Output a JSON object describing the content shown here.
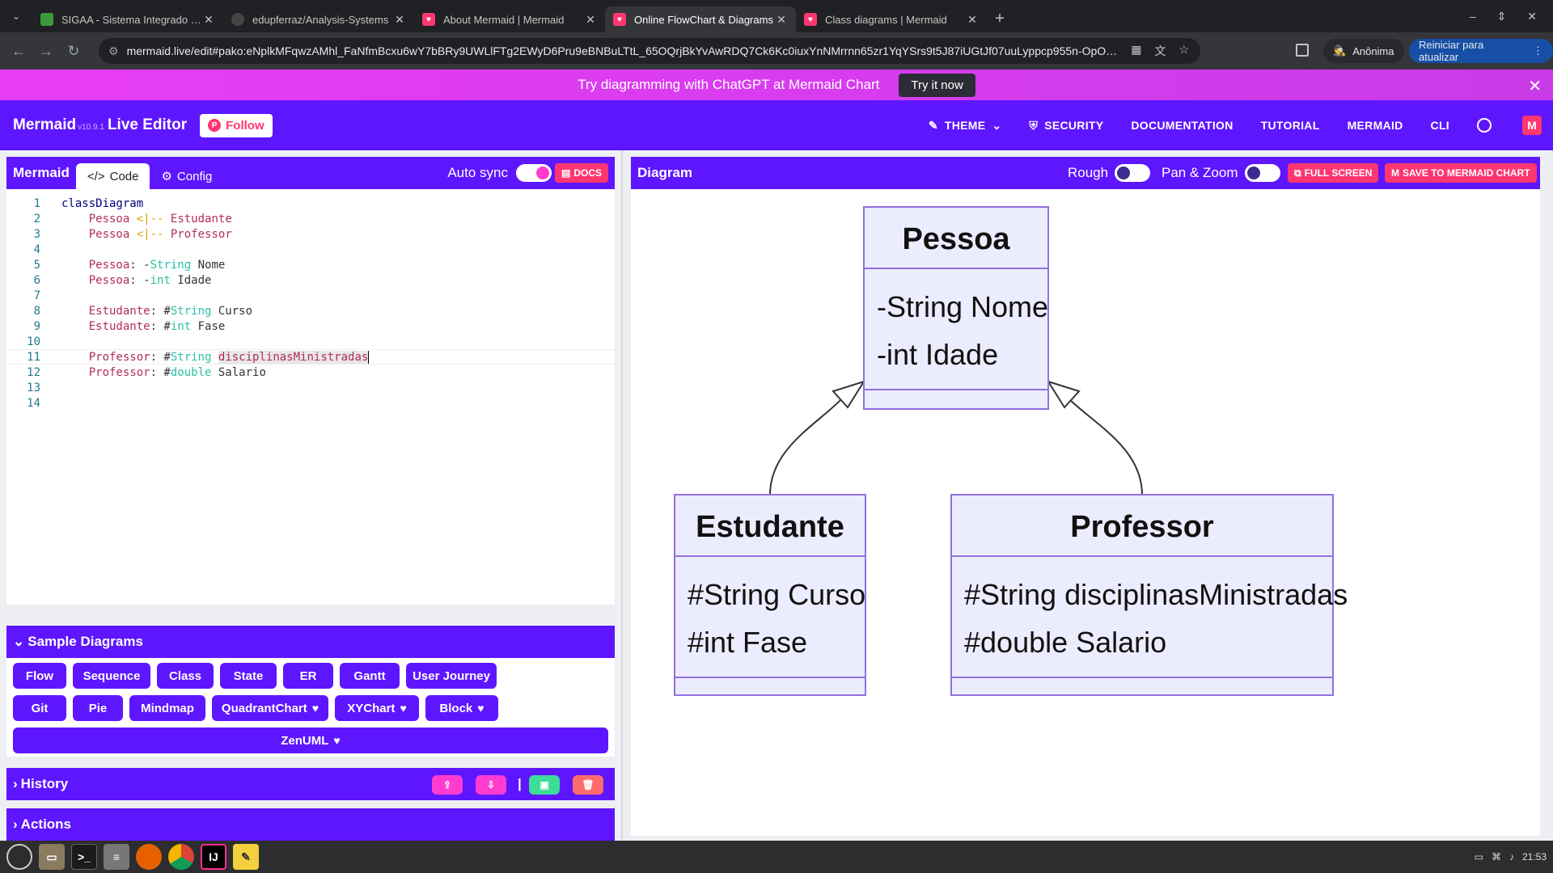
{
  "browser": {
    "tabs": [
      {
        "title": "SIGAA - Sistema Integrado de",
        "favicon_color": "#3c9a3c",
        "active": false
      },
      {
        "title": "edupferraz/Analysis-Systems",
        "favicon_color": "#444444",
        "active": false
      },
      {
        "title": "About Mermaid | Mermaid",
        "favicon_color": "#ff3670",
        "active": false
      },
      {
        "title": "Online FlowChart & Diagrams",
        "favicon_color": "#ff3670",
        "active": true
      },
      {
        "title": "Class diagrams | Mermaid",
        "favicon_color": "#ff3670",
        "active": false
      }
    ],
    "url": "mermaid.live/edit#pako:eNplkMFqwzAMhl_FaNfmBcxu6wY7bBRy9UWLlFTg2EWyD6Pru9eBNBuLTtL_65OQrjBkYvAwRDQ7Ck6Kc0iuxYnNMrrnn65zr1YqYSrs9t5J87iUGtJf07uuLyppcp955n-OpOLeCYkfzL...",
    "incognito_label": "Anônima",
    "update_label": "Reiniciar para atualizar"
  },
  "promo": {
    "text": "Try diagramming with ChatGPT at Mermaid Chart",
    "button": "Try it now"
  },
  "header": {
    "brand": "Mermaid",
    "version": "v10.9.1",
    "title": "Live Editor",
    "follow": "Follow",
    "nav": [
      "THEME",
      "SECURITY",
      "DOCUMENTATION",
      "TUTORIAL",
      "MERMAID",
      "CLI"
    ]
  },
  "editor_panel": {
    "title": "Mermaid",
    "tabs": [
      "Code",
      "Config"
    ],
    "auto_sync_label": "Auto sync",
    "auto_sync_on": true,
    "docs_label": "DOCS",
    "lines": [
      "classDiagram",
      "    Pessoa <|-- Estudante",
      "    Pessoa <|-- Professor",
      "",
      "    Pessoa: -String Nome",
      "    Pessoa: -int Idade",
      "",
      "    Estudante: #String Curso",
      "    Estudante: #int Fase",
      "",
      "    Professor: #String disciplinasMinistradas",
      "    Professor: #double Salario",
      "",
      ""
    ],
    "cursor_line": 11
  },
  "samples": {
    "title": "Sample Diagrams",
    "row1": [
      "Flow",
      "Sequence",
      "Class",
      "State",
      "ER",
      "Gantt",
      "User Journey"
    ],
    "row2": [
      "Git",
      "Pie",
      "Mindmap",
      "QuadrantChart",
      "XYChart",
      "Block"
    ],
    "row3": [
      "ZenUML"
    ]
  },
  "history": {
    "title": "History"
  },
  "actions": {
    "title": "Actions"
  },
  "diagram_panel": {
    "title": "Diagram",
    "rough_label": "Rough",
    "pan_zoom_label": "Pan & Zoom",
    "full_screen": "FULL SCREEN",
    "save_chart": "SAVE TO MERMAID CHART"
  },
  "diagram": {
    "classes": [
      {
        "name": "Pessoa",
        "members": [
          "-String Nome",
          "-int Idade"
        ]
      },
      {
        "name": "Estudante",
        "members": [
          "#String Curso",
          "#int Fase"
        ]
      },
      {
        "name": "Professor",
        "members": [
          "#String disciplinasMinistradas",
          "#double Salario"
        ]
      }
    ],
    "relations": [
      "Pessoa <|-- Estudante",
      "Pessoa <|-- Professor"
    ],
    "colors": {
      "fill": "#ececff",
      "stroke": "#9370db",
      "line": "#333333"
    }
  },
  "taskbar": {
    "clock": "21:53"
  }
}
